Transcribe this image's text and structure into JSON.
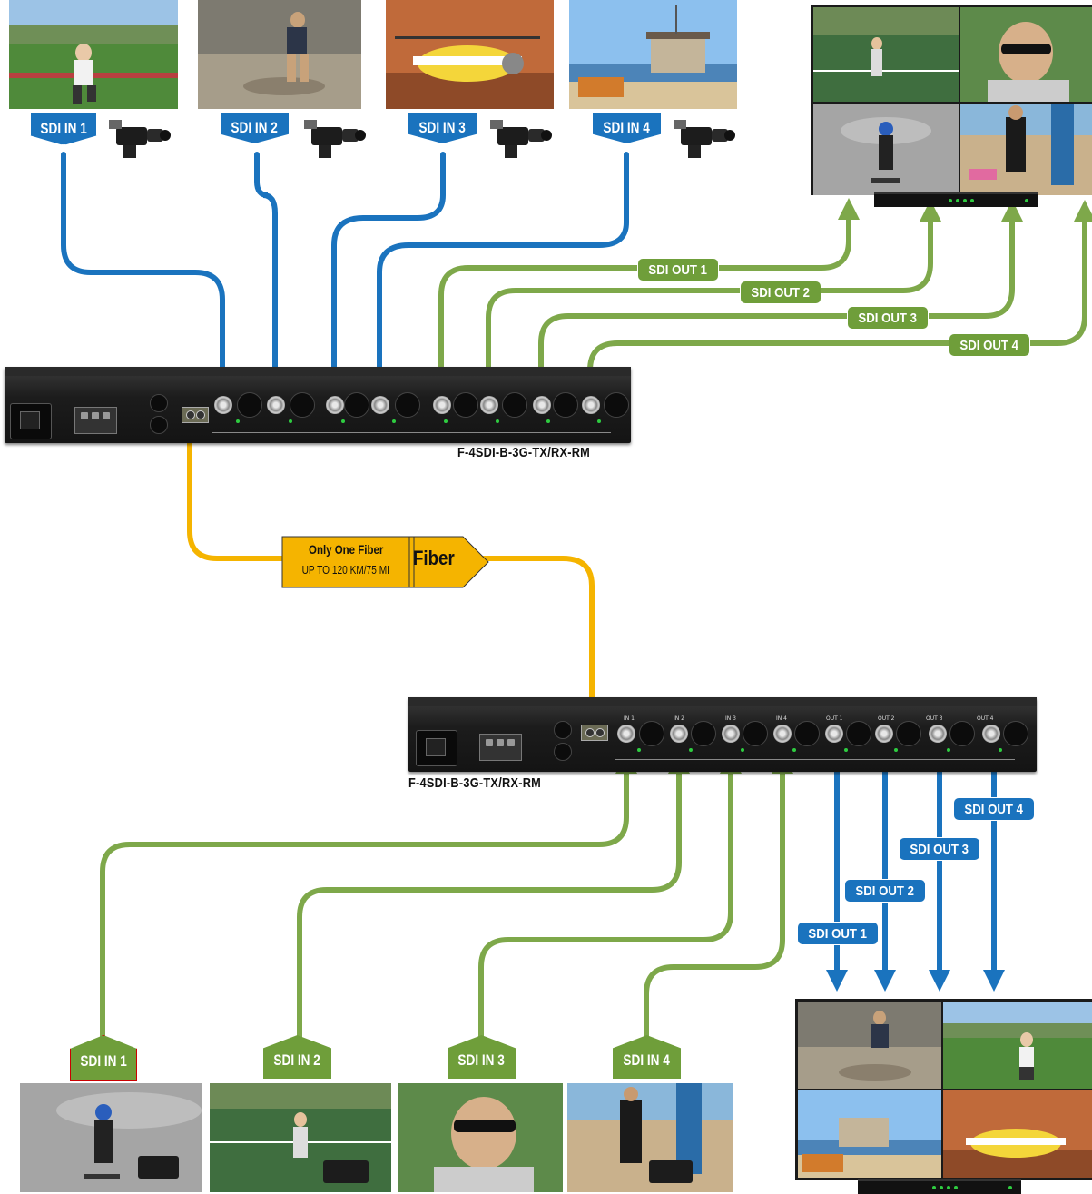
{
  "colors": {
    "sdi_in_top": "#1a73be",
    "sdi_out_top": "#7ea84a",
    "fiber": "#f5b400",
    "sdi_in_bottom": "#7ea84a",
    "sdi_out_bottom": "#1a73be"
  },
  "top_unit": {
    "model": "F-4SDI-B-3G-TX/RX-RM",
    "inputs": [
      {
        "label": "SDI IN 1",
        "scene": "boy running on sports field"
      },
      {
        "label": "SDI IN 2",
        "scene": "boy skimboarding"
      },
      {
        "label": "SDI IN 3",
        "scene": "fire helicopter"
      },
      {
        "label": "SDI IN 4",
        "scene": "lifeguard tower"
      }
    ],
    "outputs": [
      {
        "label": "SDI OUT 1"
      },
      {
        "label": "SDI OUT 2"
      },
      {
        "label": "SDI OUT 3"
      },
      {
        "label": "SDI OUT 4"
      }
    ]
  },
  "fiber": {
    "line1": "Only One Fiber",
    "line2": "UP TO 120 KM/75 MI",
    "label": "Fiber"
  },
  "bottom_unit": {
    "model": "F-4SDI-B-3G-TX/RX-RM",
    "port_labels": [
      "IN 1",
      "IN 2",
      "IN 3",
      "IN 4",
      "OUT 1",
      "OUT 2",
      "OUT 3",
      "OUT 4"
    ],
    "inputs": [
      {
        "label": "SDI IN 1",
        "scene": "boy skateboarding"
      },
      {
        "label": "SDI IN 2",
        "scene": "boy playing tennis"
      },
      {
        "label": "SDI IN 3",
        "scene": "boy in sunglasses"
      },
      {
        "label": "SDI IN 4",
        "scene": "surfers on beach"
      }
    ],
    "outputs": [
      {
        "label": "SDI OUT 1"
      },
      {
        "label": "SDI OUT 2"
      },
      {
        "label": "SDI OUT 3"
      },
      {
        "label": "SDI OUT 4"
      }
    ]
  }
}
